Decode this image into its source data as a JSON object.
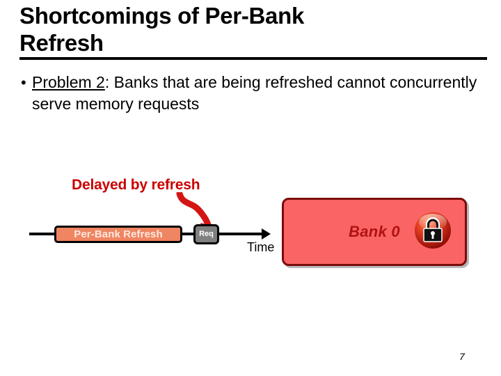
{
  "slide": {
    "title": "Shortcomings of Per-Bank\nRefresh",
    "page_number": "7",
    "background_color": "#ffffff"
  },
  "body": {
    "bullet_mark": "•",
    "bullet_underlined_prefix": "Problem 2",
    "bullet_text_rest": ": Banks that are being refreshed cannot concurrently serve memory requests"
  },
  "diagram": {
    "annotation_label": "Delayed by refresh",
    "annotation_color": "#cc0000",
    "arrow_icon": "curved-down-arrow-icon",
    "timeline": {
      "axis_label": "Time",
      "axis_color": "#000000",
      "refresh_block": {
        "label": "Per-Bank Refresh",
        "fill_color": "#f08562",
        "text_color": "#ffe9e0",
        "border_color": "#000000"
      },
      "request_block": {
        "label": "Req",
        "fill_color": "#808080",
        "text_color": "#ffffff",
        "border_color": "#000000"
      }
    },
    "bank_box": {
      "label": "Bank 0",
      "fill_color": "#fb6464",
      "border_color": "#7a0b0b",
      "text_color": "#b11212",
      "icon": "lock-icon"
    }
  }
}
